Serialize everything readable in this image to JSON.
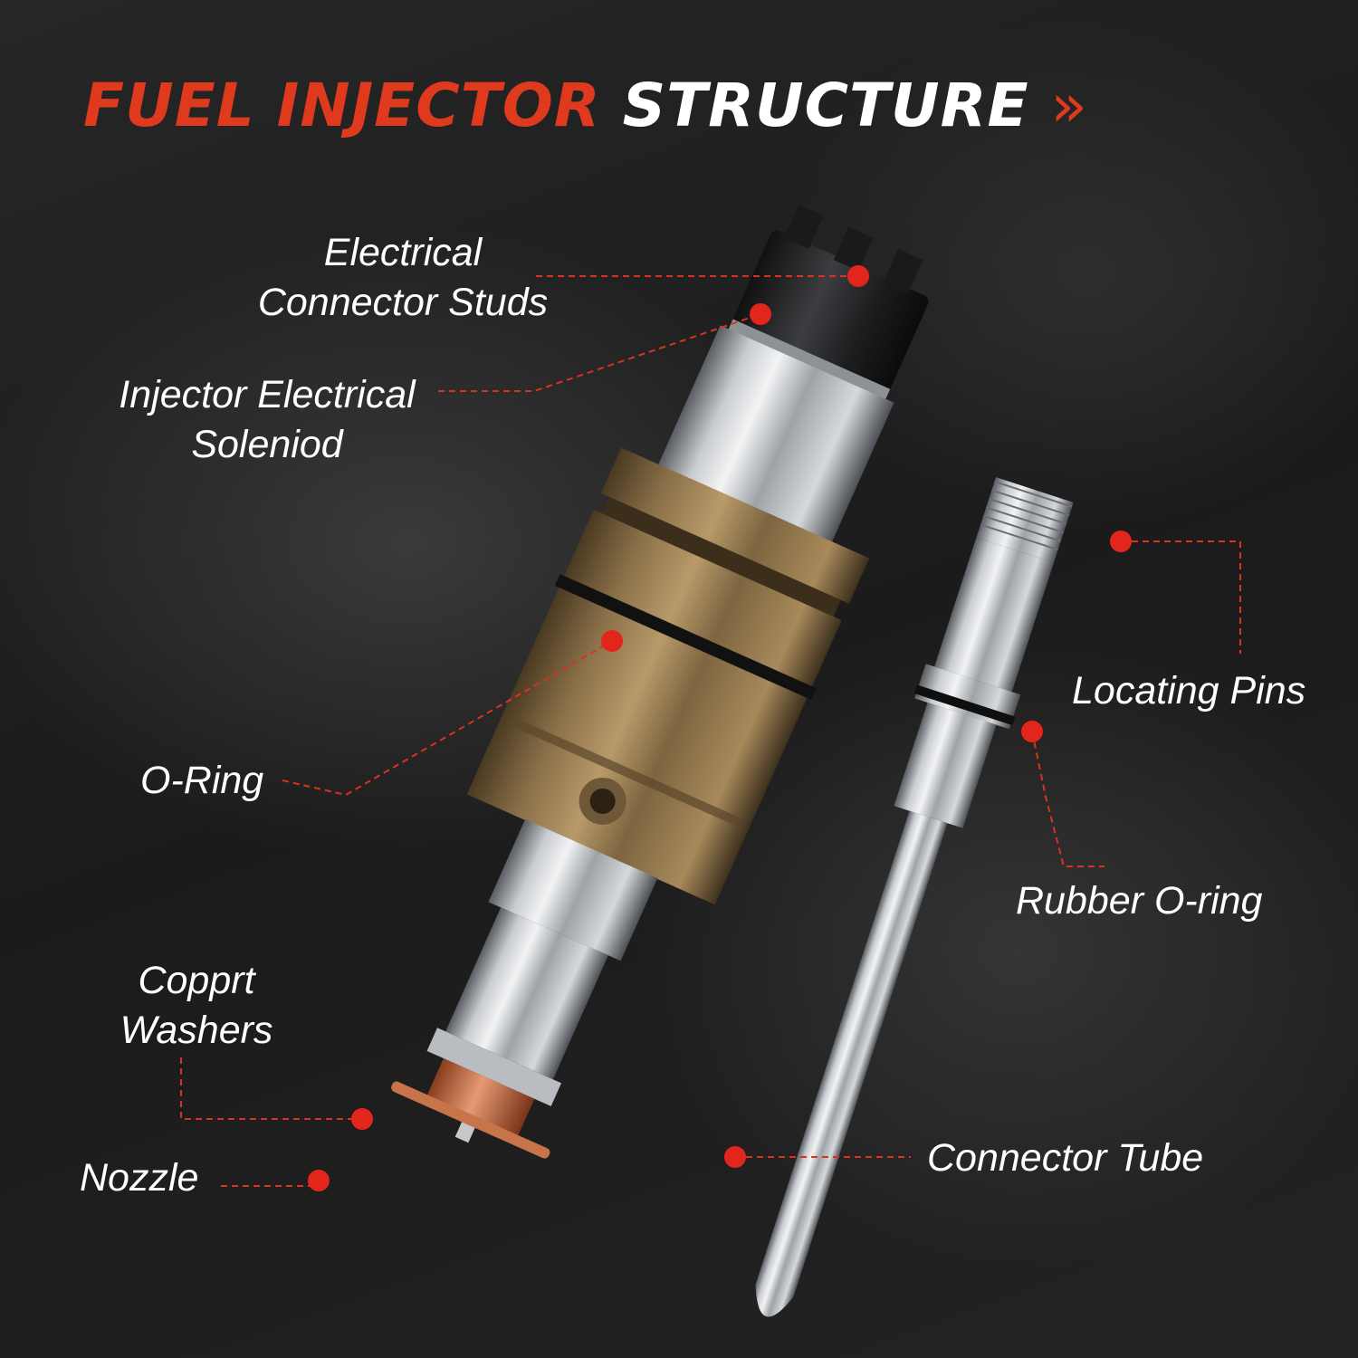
{
  "title": {
    "part1": "FUEL INJECTOR",
    "part2": "STRUCTURE",
    "chevron": "»",
    "accent_color": "#e03a1e"
  },
  "labels": {
    "electrical_connector_studs": {
      "line1": "Electrical",
      "line2": "Connector Studs"
    },
    "injector_electrical_solenoid": {
      "line1": "Injector Electrical",
      "line2": "Soleniod"
    },
    "o_ring": {
      "line1": "O-Ring"
    },
    "copper_washers": {
      "line1": "Copprt",
      "line2": "Washers"
    },
    "nozzle": {
      "line1": "Nozzle"
    },
    "locating_pins": {
      "line1": "Locating Pins"
    },
    "rubber_o_ring": {
      "line1": "Rubber O-ring"
    },
    "connector_tube": {
      "line1": "Connector Tube"
    }
  },
  "colors": {
    "callout_dot": "#e2261b",
    "callout_line": "#d9331f",
    "label_text": "#ffffff"
  }
}
